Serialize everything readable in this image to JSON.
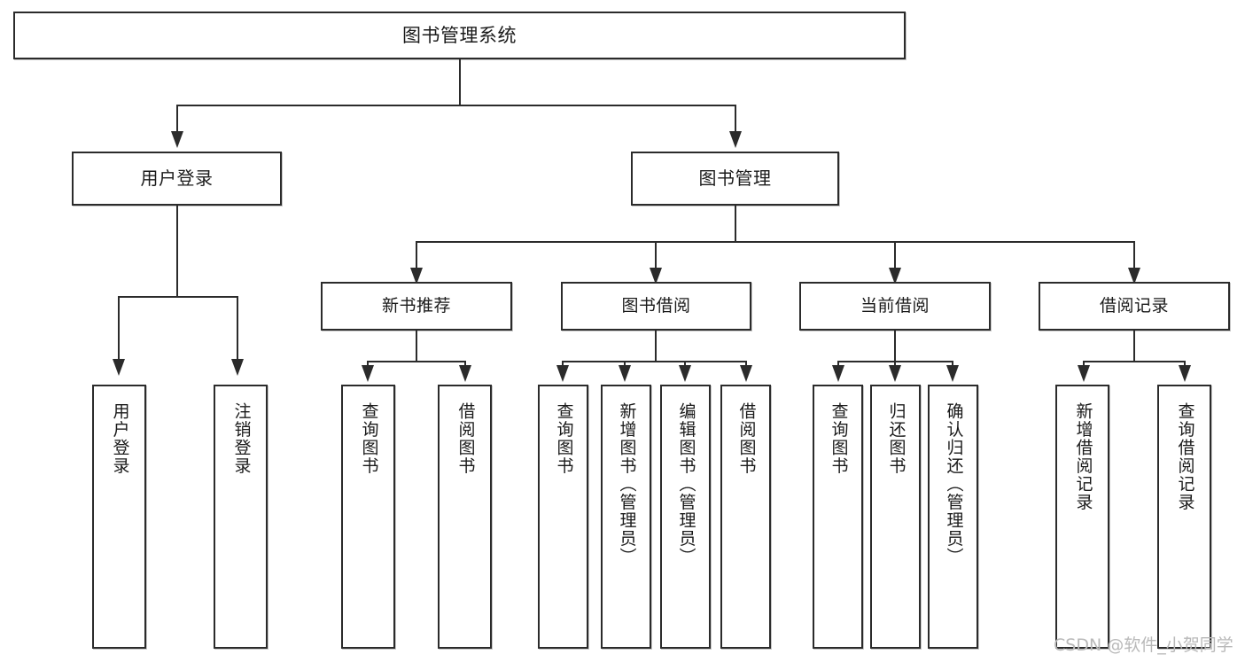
{
  "diagram": {
    "title": "图书管理系统",
    "type": "hierarchy-tree",
    "orientation": "top-down",
    "levels": 4
  },
  "root": {
    "label": "图书管理系统"
  },
  "level2": [
    {
      "label": "用户登录"
    },
    {
      "label": "图书管理"
    }
  ],
  "level3": [
    {
      "label": "新书推荐"
    },
    {
      "label": "图书借阅"
    },
    {
      "label": "当前借阅"
    },
    {
      "label": "借阅记录"
    }
  ],
  "leaves": {
    "user_login": [
      {
        "label": "用户登录"
      },
      {
        "label": "注销登录"
      }
    ],
    "new_book": [
      {
        "label": "查询图书"
      },
      {
        "label": "借阅图书"
      }
    ],
    "book_borrow": [
      {
        "label": "查询图书"
      },
      {
        "label": "新增图书（管理员）"
      },
      {
        "label": "编辑图书（管理员）"
      },
      {
        "label": "借阅图书"
      }
    ],
    "current_borrow": [
      {
        "label": "查询图书"
      },
      {
        "label": "归还图书"
      },
      {
        "label": "确认归还（管理员）"
      }
    ],
    "borrow_record": [
      {
        "label": "新增借阅记录"
      },
      {
        "label": "查询借阅记录"
      }
    ]
  },
  "watermark": {
    "text": "CSDN @软件_小贺同学"
  },
  "colors": {
    "stroke": "#2b2b2b",
    "background": "#ffffff",
    "text": "#1a1a1a",
    "watermark": "#b9b9b9"
  }
}
